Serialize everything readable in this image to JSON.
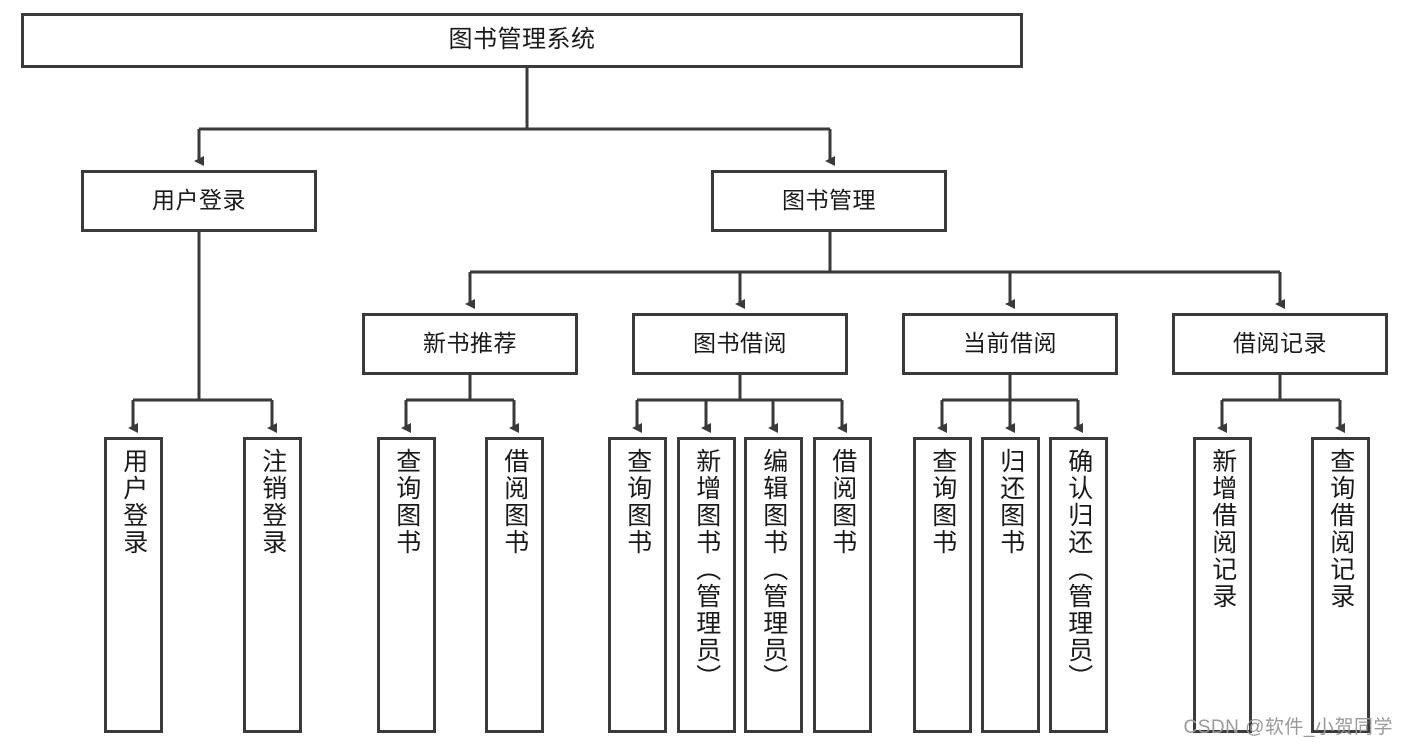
{
  "diagram": {
    "type": "tree",
    "title": "图书管理系统",
    "style": {
      "border_color": "#3a3a3a",
      "fill_color": "#ffffff",
      "text_color": "#1a1a1a",
      "background": "#ffffff"
    },
    "levels": [
      {
        "level": 1,
        "nodes": [
          {
            "id": "root",
            "label": "图书管理系统",
            "orientation": "horizontal"
          }
        ]
      },
      {
        "level": 2,
        "nodes": [
          {
            "id": "login",
            "label": "用户登录",
            "orientation": "horizontal",
            "parent": "root"
          },
          {
            "id": "bookmgmt",
            "label": "图书管理",
            "orientation": "horizontal",
            "parent": "root"
          }
        ]
      },
      {
        "level": 3,
        "nodes": [
          {
            "id": "newbook",
            "label": "新书推荐",
            "orientation": "horizontal",
            "parent": "bookmgmt"
          },
          {
            "id": "borrow",
            "label": "图书借阅",
            "orientation": "horizontal",
            "parent": "bookmgmt"
          },
          {
            "id": "current",
            "label": "当前借阅",
            "orientation": "horizontal",
            "parent": "bookmgmt"
          },
          {
            "id": "record",
            "label": "借阅记录",
            "orientation": "horizontal",
            "parent": "bookmgmt"
          }
        ]
      },
      {
        "level": 4,
        "nodes": [
          {
            "id": "leaf1",
            "label": "用户登录",
            "orientation": "vertical",
            "parent": "login"
          },
          {
            "id": "leaf2",
            "label": "注销登录",
            "orientation": "vertical",
            "parent": "login"
          },
          {
            "id": "leaf3",
            "label": "查询图书",
            "orientation": "vertical",
            "parent": "newbook"
          },
          {
            "id": "leaf4",
            "label": "借阅图书",
            "orientation": "vertical",
            "parent": "newbook"
          },
          {
            "id": "leaf5",
            "label": "查询图书",
            "orientation": "vertical",
            "parent": "borrow"
          },
          {
            "id": "leaf6",
            "label": "新增图书（管理员）",
            "orientation": "vertical",
            "parent": "borrow"
          },
          {
            "id": "leaf7",
            "label": "编辑图书（管理员）",
            "orientation": "vertical",
            "parent": "borrow"
          },
          {
            "id": "leaf8",
            "label": "借阅图书",
            "orientation": "vertical",
            "parent": "borrow"
          },
          {
            "id": "leaf9",
            "label": "查询图书",
            "orientation": "vertical",
            "parent": "current"
          },
          {
            "id": "leaf10",
            "label": "归还图书",
            "orientation": "vertical",
            "parent": "current"
          },
          {
            "id": "leaf11",
            "label": "确认归还（管理员）",
            "orientation": "vertical",
            "parent": "current"
          },
          {
            "id": "leaf12",
            "label": "新增借阅记录",
            "orientation": "vertical",
            "parent": "record"
          },
          {
            "id": "leaf13",
            "label": "查询借阅记录",
            "orientation": "vertical",
            "parent": "record"
          }
        ]
      }
    ]
  },
  "watermark": {
    "text": "CSDN @软件_小贺同学"
  }
}
